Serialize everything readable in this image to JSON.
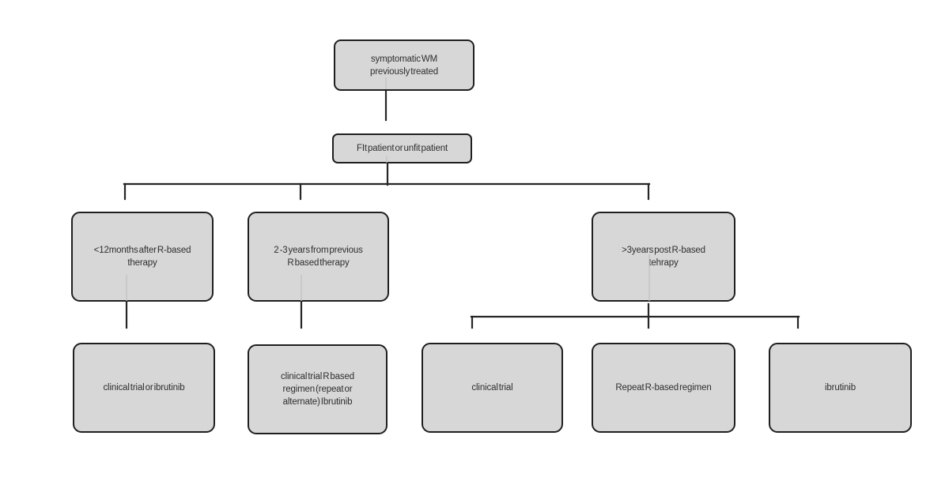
{
  "diagram": {
    "type": "flowchart",
    "background_color": "#ffffff",
    "node_fill_color": "#d7d7d7",
    "node_border_color": "#1f1f1f",
    "connector_color": "#262626",
    "text_color": "#2e2e2e",
    "nodes": [
      {
        "id": "symptomatic-wm",
        "lines": [
          "symptomatic WM",
          "previously treated"
        ]
      },
      {
        "id": "fit-or-unfit",
        "lines": [
          "FIt patient or unfit patient"
        ]
      },
      {
        "id": "lt-12-months",
        "lines": [
          "<12months after R-based",
          "therapy"
        ]
      },
      {
        "id": "2-3-years",
        "lines": [
          "2 -3 years from previous",
          "R based therapy"
        ]
      },
      {
        "id": "gt-3-years",
        "lines": [
          ">3years post R-based",
          "tehrapy"
        ]
      },
      {
        "id": "clinical-trial-or-ibrutinib",
        "lines": [
          "clinical trial or ibrutinib"
        ]
      },
      {
        "id": "clinical-trial-r-based",
        "lines": [
          "clinical trial R based",
          "regimen (repeat or",
          "alternate) Ibrutinib"
        ]
      },
      {
        "id": "clinical-trial",
        "lines": [
          "clinical trial"
        ]
      },
      {
        "id": "repeat-r-based",
        "lines": [
          "Repeat R-based regimen"
        ]
      },
      {
        "id": "ibrutinib",
        "lines": [
          "ibrutinib"
        ]
      }
    ],
    "edges": [
      {
        "from": "symptomatic-wm",
        "to": "fit-or-unfit"
      },
      {
        "from": "fit-or-unfit",
        "to": "lt-12-months"
      },
      {
        "from": "fit-or-unfit",
        "to": "2-3-years"
      },
      {
        "from": "fit-or-unfit",
        "to": "gt-3-years"
      },
      {
        "from": "lt-12-months",
        "to": "clinical-trial-or-ibrutinib"
      },
      {
        "from": "2-3-years",
        "to": "clinical-trial-r-based"
      },
      {
        "from": "gt-3-years",
        "to": "clinical-trial"
      },
      {
        "from": "gt-3-years",
        "to": "repeat-r-based"
      },
      {
        "from": "gt-3-years",
        "to": "ibrutinib"
      }
    ]
  }
}
